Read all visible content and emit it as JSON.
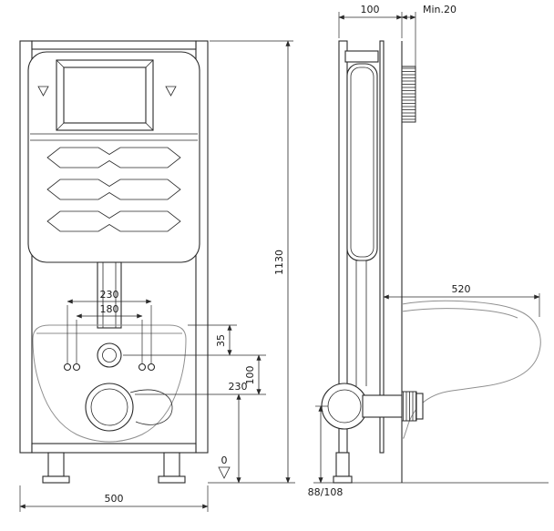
{
  "colors": {
    "background": "#ffffff",
    "line": "#2a2a2a",
    "phantom_outline": "#8f8f8f"
  },
  "front": {
    "span_outer": "230",
    "span_inner": "180",
    "offset_35": "35",
    "offset_100": "100",
    "height_230": "230",
    "level_zero": "0",
    "overall_height": "1130",
    "overall_width": "500"
  },
  "side": {
    "depth_100": "100",
    "min_clearance": "Min.20",
    "projection_520": "520",
    "outlet_height": "88/108"
  }
}
